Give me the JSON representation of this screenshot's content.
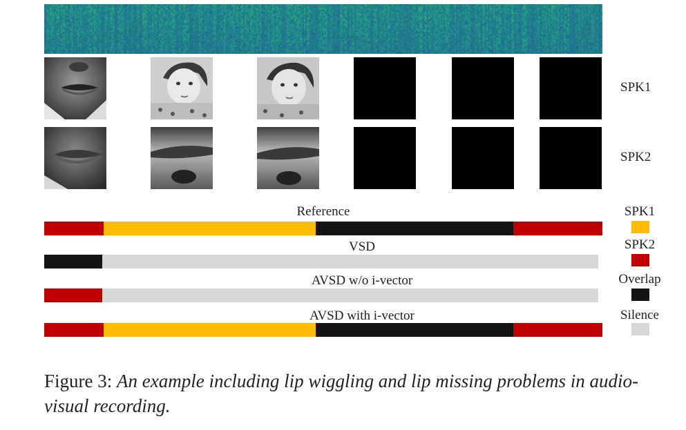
{
  "figure": {
    "speakers": [
      {
        "label": "SPK1",
        "frames": [
          "mouth-closeup",
          "baby-face",
          "baby-face",
          "missing",
          "missing",
          "missing"
        ]
      },
      {
        "label": "SPK2",
        "frames": [
          "lips-closeup",
          "lips-closeup",
          "lips-closeup",
          "missing",
          "missing",
          "missing"
        ]
      }
    ],
    "colors": {
      "spk1": "#FFBC00",
      "spk2": "#C00000",
      "overlap": "#141414",
      "silence": "#D7D7D7"
    },
    "tracks": [
      {
        "label": "Reference",
        "segments": [
          {
            "class": "spk2",
            "start": 0.0,
            "end": 0.107
          },
          {
            "class": "spk1",
            "start": 0.107,
            "end": 0.486
          },
          {
            "class": "overlap",
            "start": 0.486,
            "end": 0.84
          },
          {
            "class": "spk2",
            "start": 0.84,
            "end": 1.0
          }
        ]
      },
      {
        "label": "VSD",
        "segments": [
          {
            "class": "overlap",
            "start": 0.0,
            "end": 0.104
          },
          {
            "class": "silence",
            "start": 0.104,
            "end": 0.992
          }
        ]
      },
      {
        "label": "AVSD w/o i-vector",
        "segments": [
          {
            "class": "spk2",
            "start": 0.0,
            "end": 0.104
          },
          {
            "class": "silence",
            "start": 0.104,
            "end": 0.992
          }
        ]
      },
      {
        "label": "AVSD with i-vector",
        "segments": [
          {
            "class": "spk2",
            "start": 0.0,
            "end": 0.107
          },
          {
            "class": "spk1",
            "start": 0.107,
            "end": 0.486
          },
          {
            "class": "overlap",
            "start": 0.486,
            "end": 0.84
          },
          {
            "class": "spk2",
            "start": 0.84,
            "end": 1.0
          }
        ]
      }
    ],
    "legend": [
      {
        "label": "SPK1",
        "class": "spk1"
      },
      {
        "label": "SPK2",
        "class": "spk2"
      },
      {
        "label": "Overlap",
        "class": "overlap"
      },
      {
        "label": "Silence",
        "class": "silence"
      }
    ]
  },
  "caption": {
    "lead": "Figure 3:",
    "body": "An example including lip wiggling and lip missing problems in audio-visual recording."
  }
}
